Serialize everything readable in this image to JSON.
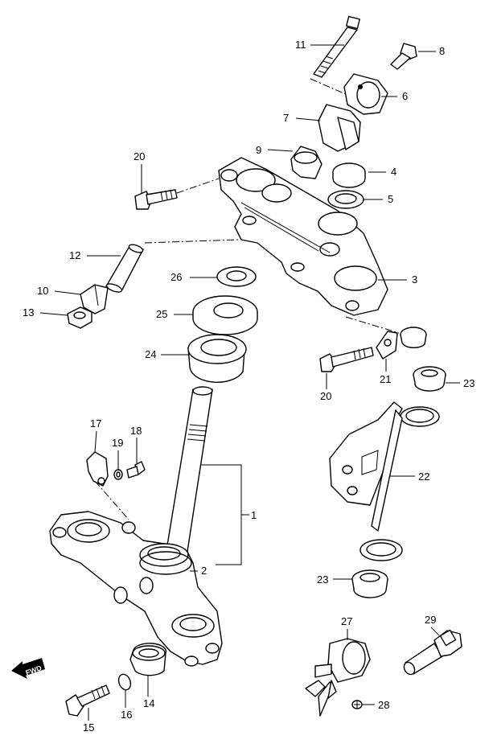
{
  "callouts": {
    "c1": "1",
    "c2": "2",
    "c3": "3",
    "c4": "4",
    "c5": "5",
    "c6": "6",
    "c7": "7",
    "c8": "8",
    "c9": "9",
    "c10": "10",
    "c11": "11",
    "c12": "12",
    "c13": "13",
    "c14": "14",
    "c15": "15",
    "c16": "16",
    "c17": "17",
    "c18": "18",
    "c19": "19",
    "c20a": "20",
    "c20b": "20",
    "c21": "21",
    "c22": "22",
    "c23a": "23",
    "c23b": "23",
    "c24": "24",
    "c25": "25",
    "c26": "26",
    "c27": "27",
    "c28": "28",
    "c29": "29"
  },
  "fwd_arrow": {
    "label": "FWD",
    "icon": "forward-arrow-icon"
  }
}
